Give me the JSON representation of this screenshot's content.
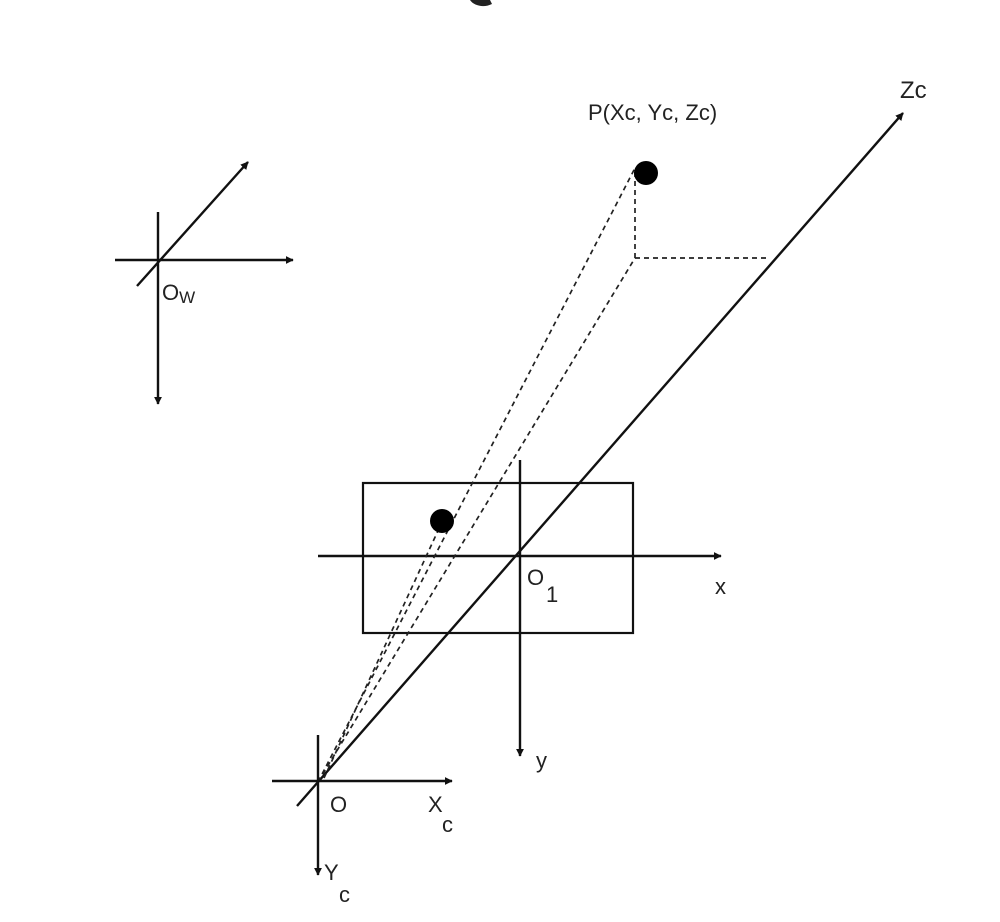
{
  "diagram": {
    "point_label": "P(Xc, Yc, Zc)",
    "zc_label": "Zc",
    "world_origin": {
      "main": "O",
      "sub": "W"
    },
    "image_origin": {
      "main": "O",
      "sub": "1"
    },
    "image_x_label": "x",
    "image_y_label": "y",
    "camera_origin_label": "O",
    "camera_x_label": {
      "main": "X",
      "sub": "c"
    },
    "camera_y_label": {
      "main": "Y",
      "sub": "c"
    }
  }
}
